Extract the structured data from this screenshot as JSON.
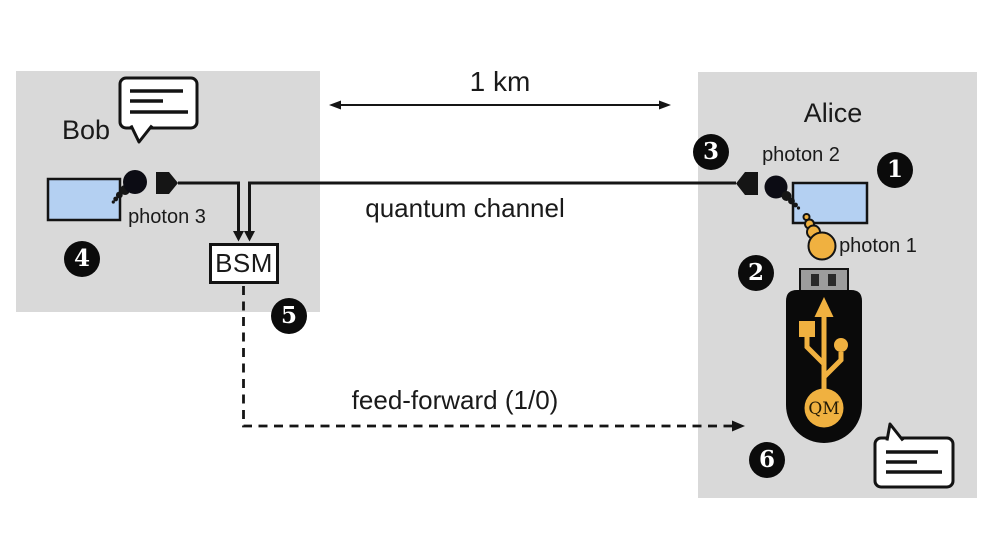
{
  "colors": {
    "background": "#ffffff",
    "region_fill": "#d9d9d9",
    "crystal_fill": "#b4d0f2",
    "photon_yellow": "#f0b140",
    "usb_gray": "#9c9c9c",
    "ink": "#151515"
  },
  "regions": {
    "bob": {
      "label": "Bob"
    },
    "alice": {
      "label": "Alice"
    }
  },
  "labels": {
    "distance": "1 km",
    "quantum_channel": "quantum channel",
    "feed_forward": "feed-forward (1/0)",
    "bsm": "BSM",
    "photon1": "photon 1",
    "photon2": "photon 2",
    "photon3": "photon 3",
    "qm": "QM"
  },
  "steps": [
    "1",
    "2",
    "3",
    "4",
    "5",
    "6"
  ]
}
